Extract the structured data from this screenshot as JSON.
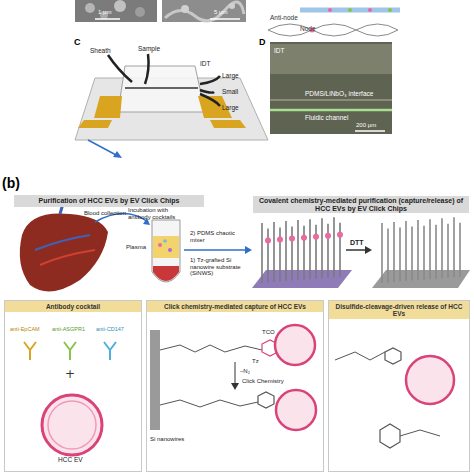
{
  "diagram": {
    "nodes": [
      {
        "text": [
          "Purification of HCC EVs by EV Click Chips"
        ]
      },
      {
        "text": [
          "Covalent chemistry-mediated purification (capture/release) of HCC EVs by EV Click Chips"
        ]
      },
      {
        "text": [
          "Antibody cocktail"
        ]
      },
      {
        "text": [
          "Click chemistry-mediated capture of HCC EVs"
        ]
      },
      {
        "text": [
          "Disulfide-cleavage-driven release of HCC EVs"
        ]
      }
    ],
    "labels": [
      "1 µm",
      "5 µm",
      "Anti-node",
      "Node",
      "C",
      "Sheath",
      "Sample",
      "IDT",
      "Small",
      "Large",
      "Large",
      "D",
      "IDT",
      "PDMS/LiNbO₃ interface",
      "Fluidic channel",
      "200 µm",
      "(b)",
      "Blood collection",
      "Incubation with antibody cocktails",
      "2) PDMS chaotic mixer",
      "Plasma",
      "1) Tz-grafted Si nanowire substrate (SiNWS)",
      "DTT",
      "anti-EpCAM",
      "anti-ASGPR1",
      "anti-CD147",
      "HCC EV",
      "TCO",
      "Tz",
      "Si nanowires",
      "–N₂",
      "Click Chemistry"
    ]
  }
}
